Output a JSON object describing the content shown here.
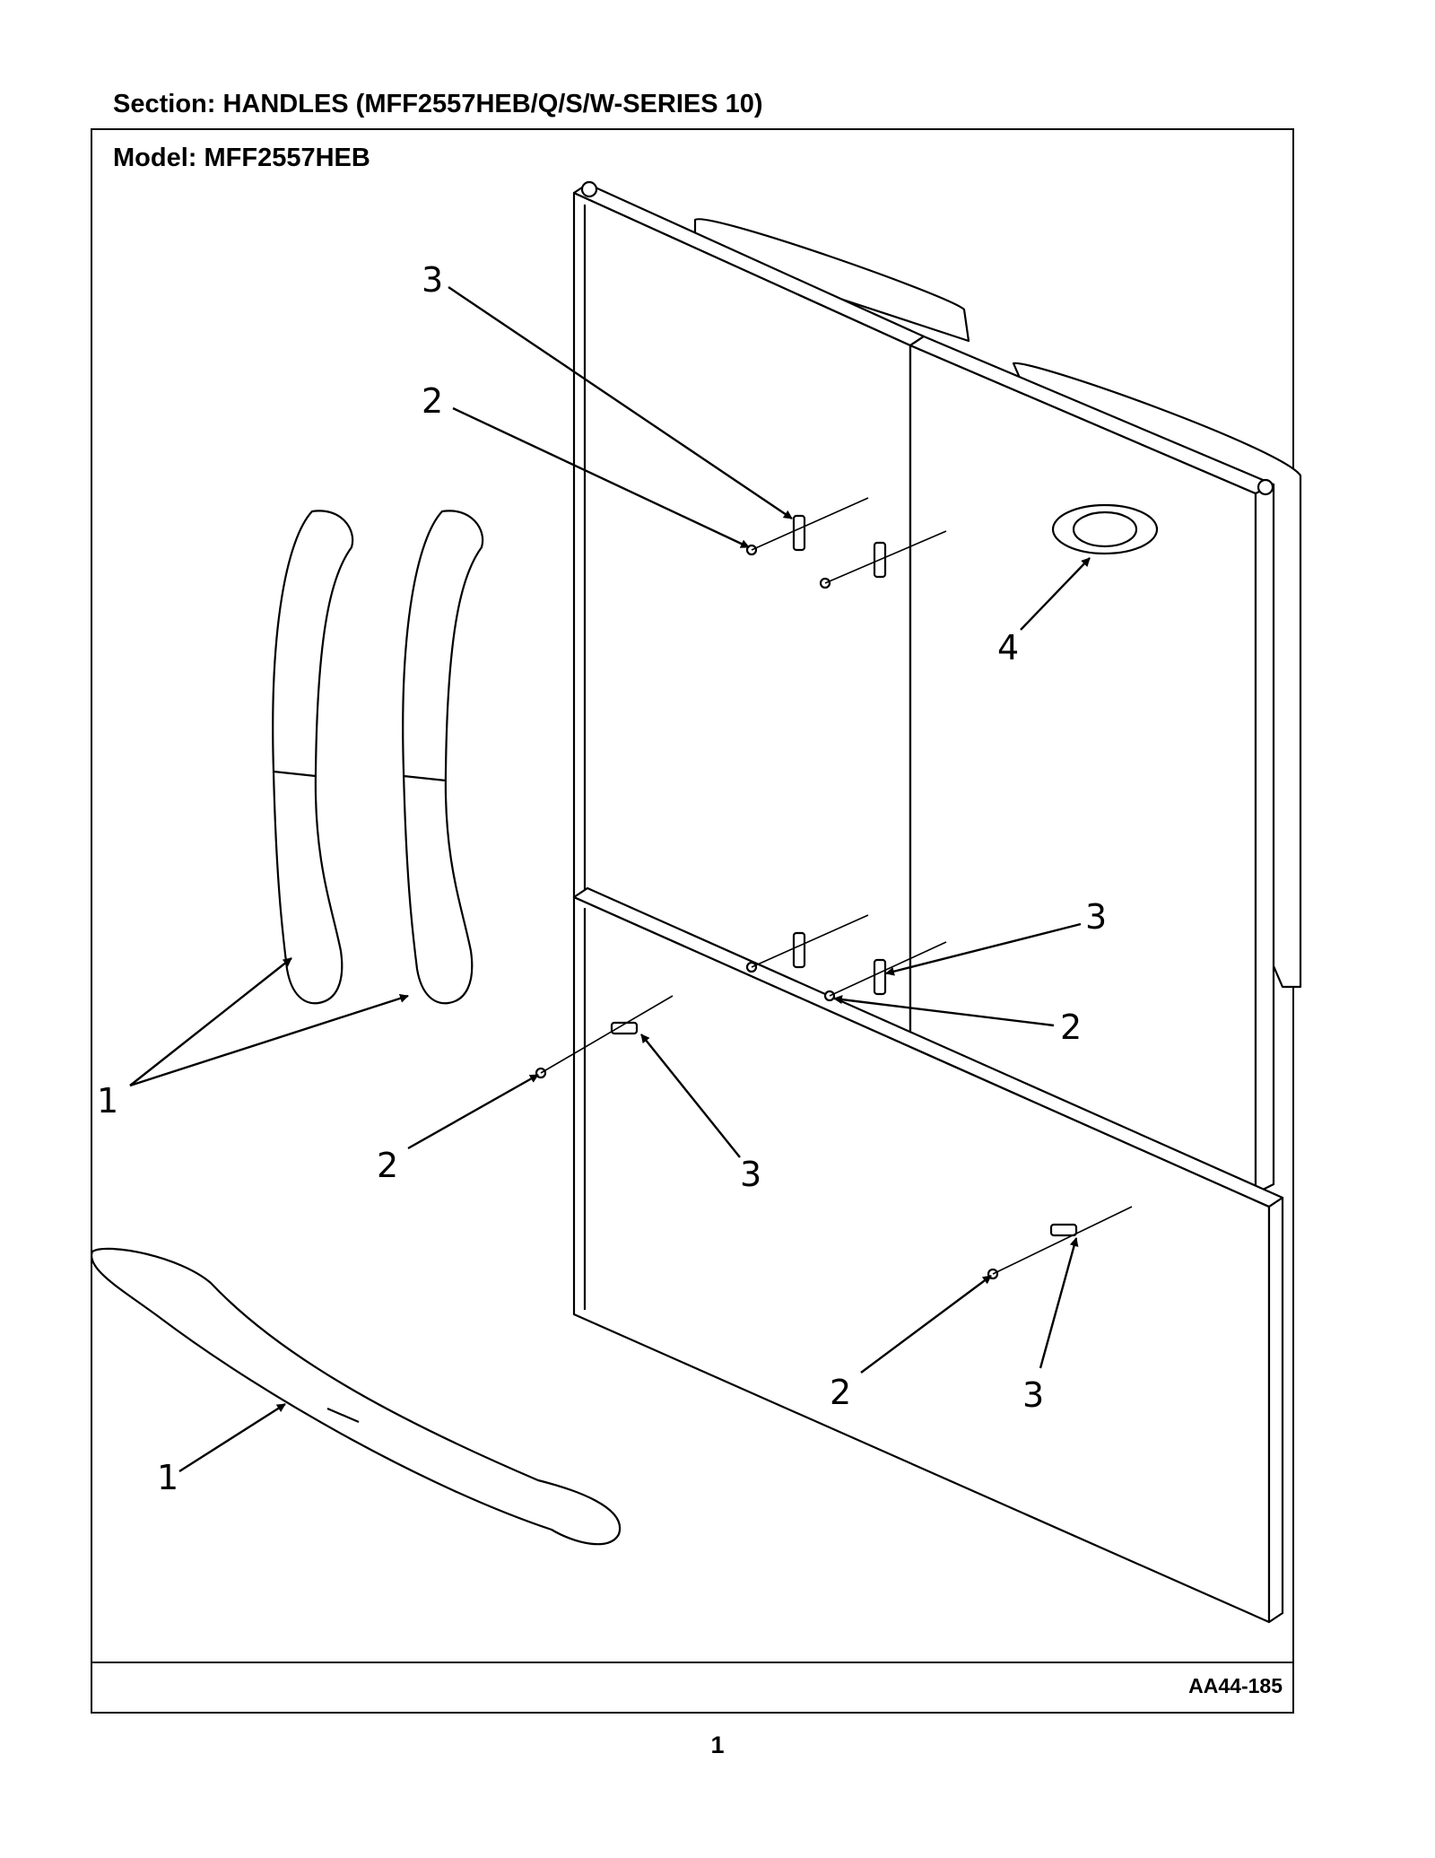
{
  "header": {
    "section_title": "Section:  HANDLES (MFF2557HEB/Q/S/W-SERIES 10)"
  },
  "frame": {
    "model_label": "Model:  MFF2557HEB"
  },
  "footer": {
    "diagram_code": "AA44-185",
    "page_number": "1"
  },
  "callouts": {
    "handle_left": "1",
    "handle_bottom": "1",
    "screw_top_left": "2",
    "screw_mid_right": "2",
    "screw_drawer_left": "2",
    "screw_drawer_right": "2",
    "bracket_top_left": "3",
    "bracket_mid_right": "3",
    "bracket_drawer_left": "3",
    "bracket_drawer_right": "3",
    "emblem": "4"
  },
  "colors": {
    "line": "#000000",
    "background": "#ffffff"
  }
}
